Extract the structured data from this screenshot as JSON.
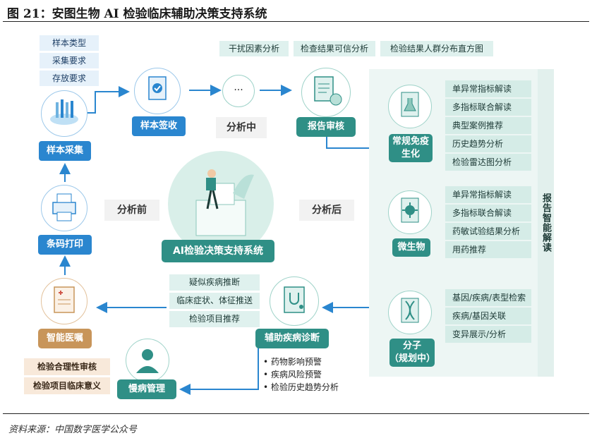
{
  "title": "图 21：安图生物 AI 检验临床辅助决策支持系统",
  "source": "资料来源：中国数字医学公众号",
  "sample_tags": [
    "样本类型",
    "采集要求",
    "存放要求"
  ],
  "top_tags": [
    "干扰因素分析",
    "检查结果可信分析",
    "检验结果人群分布直方图"
  ],
  "nodes": {
    "sample_collect": "样本采集",
    "sample_receive": "样本签收",
    "report_review": "报告审核",
    "barcode_print": "条码打印",
    "ai_system": "AI检验决策支持系统",
    "smart_order": "智能医嘱",
    "aux_diagnosis": "辅助疾病诊断",
    "chronic_mgmt": "慢病管理",
    "dots": "···"
  },
  "stages": {
    "analyzing": "分析中",
    "pre": "分析前",
    "post": "分析后"
  },
  "report_label": "报告智能解读",
  "categories": [
    {
      "label": "常规免疫\n生化",
      "items": [
        "单异常指标解读",
        "多指标联合解读",
        "典型案例推荐",
        "历史趋势分析",
        "检验雷达图分析"
      ]
    },
    {
      "label": "微生物",
      "items": [
        "单异常指标解读",
        "多指标联合解读",
        "药敏试验结果分析",
        "用药推荐"
      ]
    },
    {
      "label": "分子\n（规划中）",
      "items": [
        "基因/疾病/表型检索",
        "疾病/基因关联",
        "变异展示/分析"
      ]
    }
  ],
  "diagnosis_tags": [
    "疑似疾病推断",
    "临床症状、体征推送",
    "检验项目推荐"
  ],
  "order_tags": [
    "检验合理性审核",
    "检验项目临床意义"
  ],
  "diagnosis_bullets": [
    "药物影响预警",
    "疾病风险预警",
    "检验历史趋势分析"
  ],
  "colors": {
    "blue": "#2a86cf",
    "teal": "#2f8f86",
    "orange": "#c8955a",
    "arrow": "#2a86cf"
  }
}
